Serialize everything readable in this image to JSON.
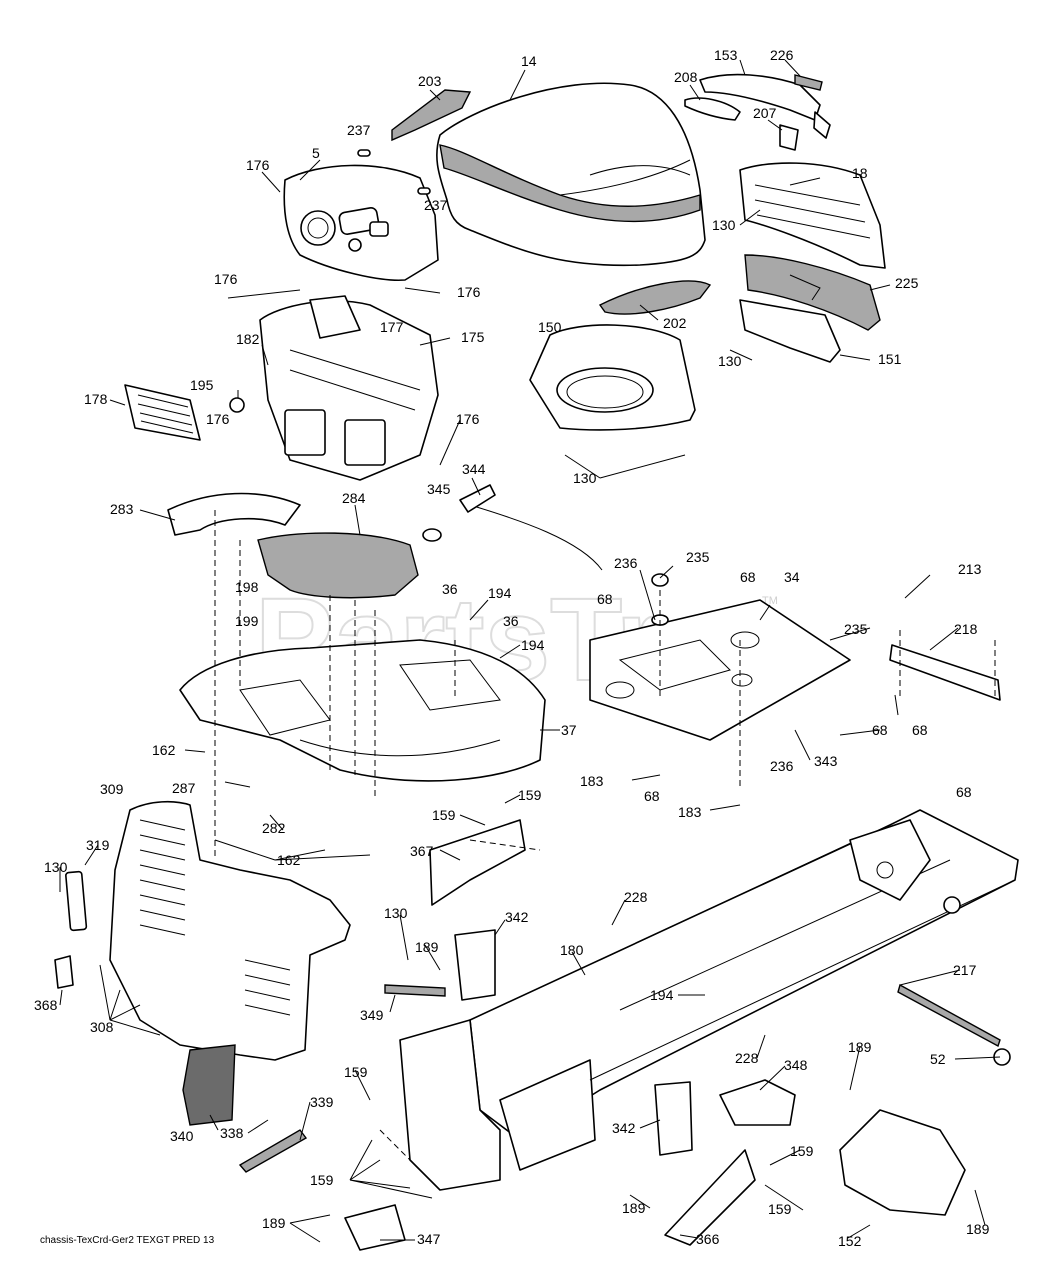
{
  "watermark": {
    "text": "PartsTree",
    "tm": "TM"
  },
  "footer": "chassis-TexCrd-Ger2 TEXGT PRED 13",
  "callouts": [
    {
      "id": "c0",
      "label": "14"
    },
    {
      "id": "c1",
      "label": "153"
    },
    {
      "id": "c2",
      "label": "226"
    },
    {
      "id": "c3",
      "label": "203"
    },
    {
      "id": "c4",
      "label": "208"
    },
    {
      "id": "c5",
      "label": "207"
    },
    {
      "id": "c6",
      "label": "237"
    },
    {
      "id": "c7",
      "label": "5"
    },
    {
      "id": "c8",
      "label": "176"
    },
    {
      "id": "c9",
      "label": "237"
    },
    {
      "id": "c10",
      "label": "18"
    },
    {
      "id": "c11",
      "label": "130"
    },
    {
      "id": "c12",
      "label": "176"
    },
    {
      "id": "c13",
      "label": "176"
    },
    {
      "id": "c14",
      "label": "177"
    },
    {
      "id": "c15",
      "label": "175"
    },
    {
      "id": "c16",
      "label": "225"
    },
    {
      "id": "c17",
      "label": "202"
    },
    {
      "id": "c18",
      "label": "150"
    },
    {
      "id": "c19",
      "label": "182"
    },
    {
      "id": "c20",
      "label": "130"
    },
    {
      "id": "c21",
      "label": "151"
    },
    {
      "id": "c22",
      "label": "178"
    },
    {
      "id": "c23",
      "label": "195"
    },
    {
      "id": "c24",
      "label": "176"
    },
    {
      "id": "c25",
      "label": "176"
    },
    {
      "id": "c26",
      "label": "130"
    },
    {
      "id": "c27",
      "label": "344"
    },
    {
      "id": "c28",
      "label": "345"
    },
    {
      "id": "c29",
      "label": "283"
    },
    {
      "id": "c30",
      "label": "284"
    },
    {
      "id": "c31",
      "label": "235"
    },
    {
      "id": "c32",
      "label": "236"
    },
    {
      "id": "c33",
      "label": "68"
    },
    {
      "id": "c34",
      "label": "34"
    },
    {
      "id": "c35",
      "label": "213"
    },
    {
      "id": "c36",
      "label": "198"
    },
    {
      "id": "c37",
      "label": "36"
    },
    {
      "id": "c38",
      "label": "194"
    },
    {
      "id": "c39",
      "label": "68"
    },
    {
      "id": "c40",
      "label": "36"
    },
    {
      "id": "c41",
      "label": "235"
    },
    {
      "id": "c42",
      "label": "218"
    },
    {
      "id": "c43",
      "label": "199"
    },
    {
      "id": "c44",
      "label": "194"
    },
    {
      "id": "c45",
      "label": "37"
    },
    {
      "id": "c46",
      "label": "68"
    },
    {
      "id": "c47",
      "label": "68"
    },
    {
      "id": "c48",
      "label": "162"
    },
    {
      "id": "c49",
      "label": "236"
    },
    {
      "id": "c50",
      "label": "287"
    },
    {
      "id": "c51",
      "label": "183"
    },
    {
      "id": "c52",
      "label": "343"
    },
    {
      "id": "c53",
      "label": "68"
    },
    {
      "id": "c54",
      "label": "68"
    },
    {
      "id": "c55",
      "label": "309"
    },
    {
      "id": "c56",
      "label": "183"
    },
    {
      "id": "c57",
      "label": "159"
    },
    {
      "id": "c58",
      "label": "282"
    },
    {
      "id": "c59",
      "label": "159"
    },
    {
      "id": "c60",
      "label": "162"
    },
    {
      "id": "c61",
      "label": "130"
    },
    {
      "id": "c62",
      "label": "319"
    },
    {
      "id": "c63",
      "label": "367"
    },
    {
      "id": "c64",
      "label": "228"
    },
    {
      "id": "c65",
      "label": "342"
    },
    {
      "id": "c66",
      "label": "130"
    },
    {
      "id": "c67",
      "label": "189"
    },
    {
      "id": "c68",
      "label": "180"
    },
    {
      "id": "c69",
      "label": "217"
    },
    {
      "id": "c70",
      "label": "368"
    },
    {
      "id": "c71",
      "label": "194"
    },
    {
      "id": "c72",
      "label": "349"
    },
    {
      "id": "c73",
      "label": "308"
    },
    {
      "id": "c74",
      "label": "52"
    },
    {
      "id": "c75",
      "label": "228"
    },
    {
      "id": "c76",
      "label": "189"
    },
    {
      "id": "c77",
      "label": "159"
    },
    {
      "id": "c78",
      "label": "348"
    },
    {
      "id": "c79",
      "label": "339"
    },
    {
      "id": "c80",
      "label": "340"
    },
    {
      "id": "c81",
      "label": "338"
    },
    {
      "id": "c82",
      "label": "342"
    },
    {
      "id": "c83",
      "label": "159"
    },
    {
      "id": "c84",
      "label": "159"
    },
    {
      "id": "c85",
      "label": "159"
    },
    {
      "id": "c86",
      "label": "152"
    },
    {
      "id": "c87",
      "label": "189"
    },
    {
      "id": "c88",
      "label": "189"
    },
    {
      "id": "c89",
      "label": "366"
    },
    {
      "id": "c90",
      "label": "189"
    },
    {
      "id": "c91",
      "label": "347"
    }
  ]
}
